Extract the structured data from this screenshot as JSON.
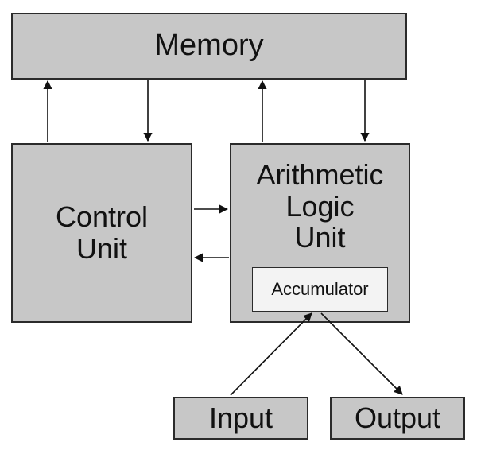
{
  "memory": {
    "label": "Memory"
  },
  "control_unit": {
    "label": "Control\nUnit"
  },
  "alu": {
    "label": "Arithmetic\nLogic\nUnit"
  },
  "accumulator": {
    "label": "Accumulator"
  },
  "input": {
    "label": "Input"
  },
  "output": {
    "label": "Output"
  },
  "colors": {
    "unit_fill": "#c7c7c7",
    "inner_fill": "#f3f3f3",
    "stroke": "#2b2b2b"
  }
}
